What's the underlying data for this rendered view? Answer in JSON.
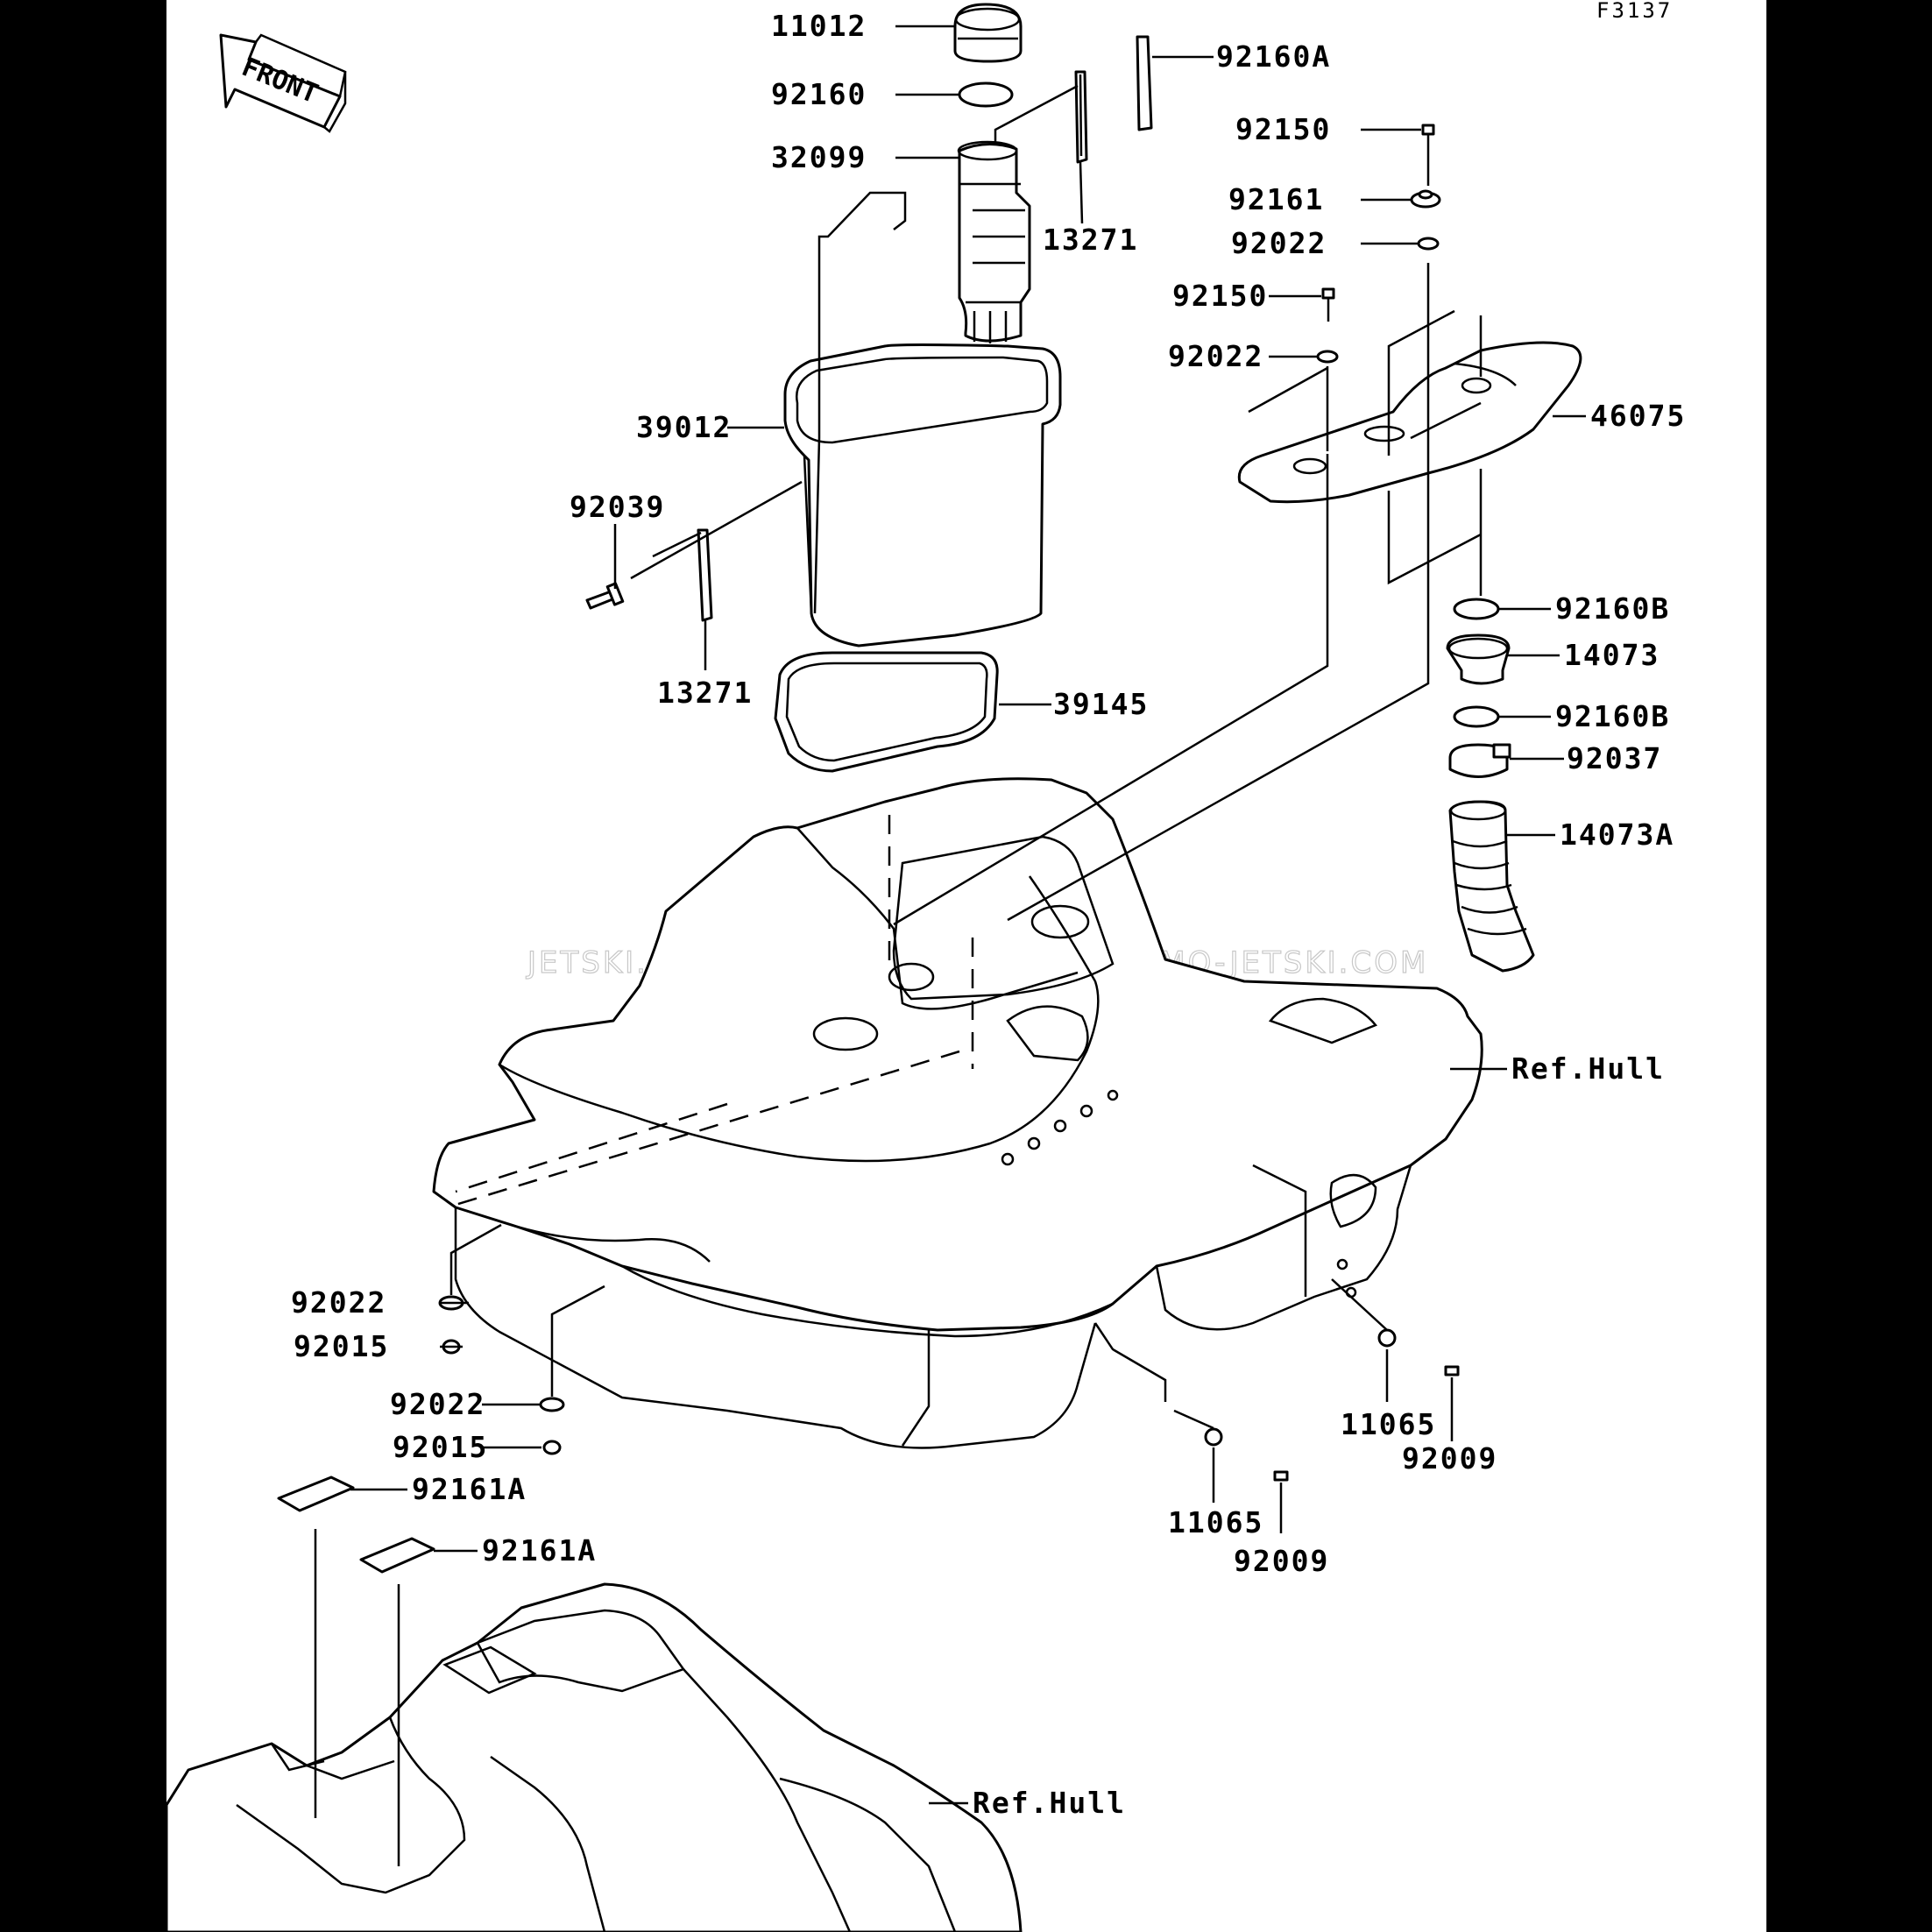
{
  "diagram": {
    "code": "F3137",
    "front_label": "FRONT",
    "watermark": "JETSKI.COM   PROMO-JETSKI.COM   PROMO-JETSKI.COM",
    "parts": [
      {
        "id": "p11012",
        "label": "11012"
      },
      {
        "id": "p92160",
        "label": "92160"
      },
      {
        "id": "p32099",
        "label": "32099"
      },
      {
        "id": "p13271a",
        "label": "13271"
      },
      {
        "id": "p39012",
        "label": "39012"
      },
      {
        "id": "p92039",
        "label": "92039"
      },
      {
        "id": "p13271b",
        "label": "13271"
      },
      {
        "id": "p39145",
        "label": "39145"
      },
      {
        "id": "p92160A",
        "label": "92160A"
      },
      {
        "id": "p92150a",
        "label": "92150"
      },
      {
        "id": "p92161",
        "label": "92161"
      },
      {
        "id": "p92022a",
        "label": "92022"
      },
      {
        "id": "p92150b",
        "label": "92150"
      },
      {
        "id": "p92022b",
        "label": "92022"
      },
      {
        "id": "p46075",
        "label": "46075"
      },
      {
        "id": "p92160Ba",
        "label": "92160B"
      },
      {
        "id": "p14073",
        "label": "14073"
      },
      {
        "id": "p92160Bb",
        "label": "92160B"
      },
      {
        "id": "p92037",
        "label": "92037"
      },
      {
        "id": "p14073A",
        "label": "14073A"
      },
      {
        "id": "pRefHull1",
        "label": "Ref.Hull"
      },
      {
        "id": "p92022c",
        "label": "92022"
      },
      {
        "id": "p92015a",
        "label": "92015"
      },
      {
        "id": "p92022d",
        "label": "92022"
      },
      {
        "id": "p92015b",
        "label": "92015"
      },
      {
        "id": "p92161Aa",
        "label": "92161A"
      },
      {
        "id": "p92161Ab",
        "label": "92161A"
      },
      {
        "id": "p11065a",
        "label": "11065"
      },
      {
        "id": "p92009a",
        "label": "92009"
      },
      {
        "id": "p11065b",
        "label": "11065"
      },
      {
        "id": "p92009b",
        "label": "92009"
      },
      {
        "id": "pRefHull2",
        "label": "Ref.Hull"
      }
    ]
  }
}
